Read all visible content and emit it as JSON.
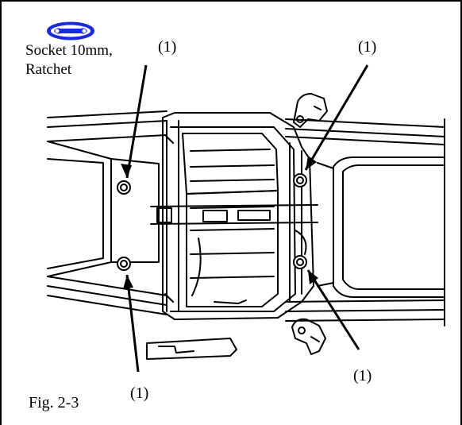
{
  "tool": {
    "icon": "wrench-icon",
    "icon_color": "#1a2bd8",
    "line1": "Socket 10mm,",
    "line2": "Ratchet"
  },
  "callouts": [
    "(1)",
    "(1)",
    "(1)",
    "(1)"
  ],
  "figure_label": "Fig. 2-3"
}
